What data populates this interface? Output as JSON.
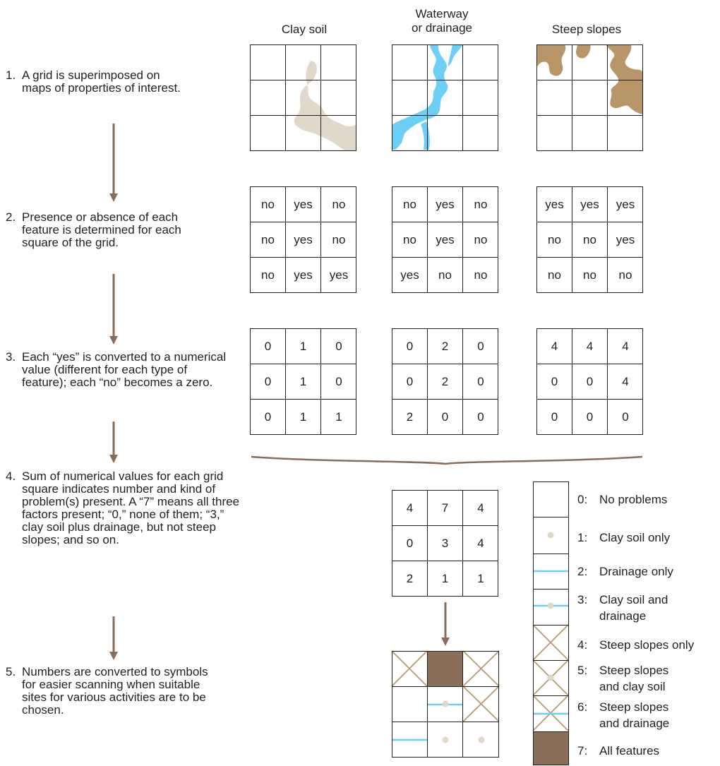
{
  "columns": {
    "clay": "Clay soil",
    "waterway_l1": "Waterway",
    "waterway_l2": "or drainage",
    "slopes": "Steep slopes"
  },
  "steps": [
    {
      "num": "1.",
      "text": "A grid is superimposed on maps of properties of interest."
    },
    {
      "num": "2.",
      "text": "Presence or absence of each feature is determined for each square of the grid."
    },
    {
      "num": "3.",
      "text": "Each “yes” is converted to a numerical value (different for each type of feature); each “no” becomes a zero."
    },
    {
      "num": "4.",
      "text": "Sum of numerical values for each grid square indicates number and kind of problem(s) present. A “7” means all three factors present; “0,” none of them; “3,” clay soil plus drainage, but not steep slopes; and so on."
    },
    {
      "num": "5.",
      "text": "Numbers are converted to symbols for easier scanning when suitable sites for various activities are to be chosen."
    }
  ],
  "presence": {
    "clay": [
      "no",
      "yes",
      "no",
      "no",
      "yes",
      "no",
      "no",
      "yes",
      "yes"
    ],
    "water": [
      "no",
      "yes",
      "no",
      "no",
      "yes",
      "no",
      "yes",
      "no",
      "no"
    ],
    "slopes": [
      "yes",
      "yes",
      "yes",
      "no",
      "no",
      "yes",
      "no",
      "no",
      "no"
    ]
  },
  "values": {
    "clay": [
      "0",
      "1",
      "0",
      "0",
      "1",
      "0",
      "0",
      "1",
      "1"
    ],
    "water": [
      "0",
      "2",
      "0",
      "0",
      "2",
      "0",
      "2",
      "0",
      "0"
    ],
    "slopes": [
      "4",
      "4",
      "4",
      "0",
      "0",
      "4",
      "0",
      "0",
      "0"
    ]
  },
  "sum": [
    "4",
    "7",
    "4",
    "0",
    "3",
    "4",
    "2",
    "1",
    "1"
  ],
  "legend": [
    {
      "key": "0:",
      "text": "No problems"
    },
    {
      "key": "1:",
      "text": "Clay soil only"
    },
    {
      "key": "2:",
      "text": "Drainage only"
    },
    {
      "key": "3:",
      "text": "Clay soil and drainage"
    },
    {
      "key": "4:",
      "text": "Steep slopes only"
    },
    {
      "key": "5:",
      "text": "Steep slopes and clay soil"
    },
    {
      "key": "6:",
      "text": "Steep slopes and drainage"
    },
    {
      "key": "7:",
      "text": "All features"
    }
  ],
  "colors": {
    "clay": "#e0d8ca",
    "water": "#6dcff6",
    "slopes": "#b8966a",
    "arrow": "#8a6d59",
    "all_features": "#8b6e5a",
    "cross": "#b89a72"
  }
}
